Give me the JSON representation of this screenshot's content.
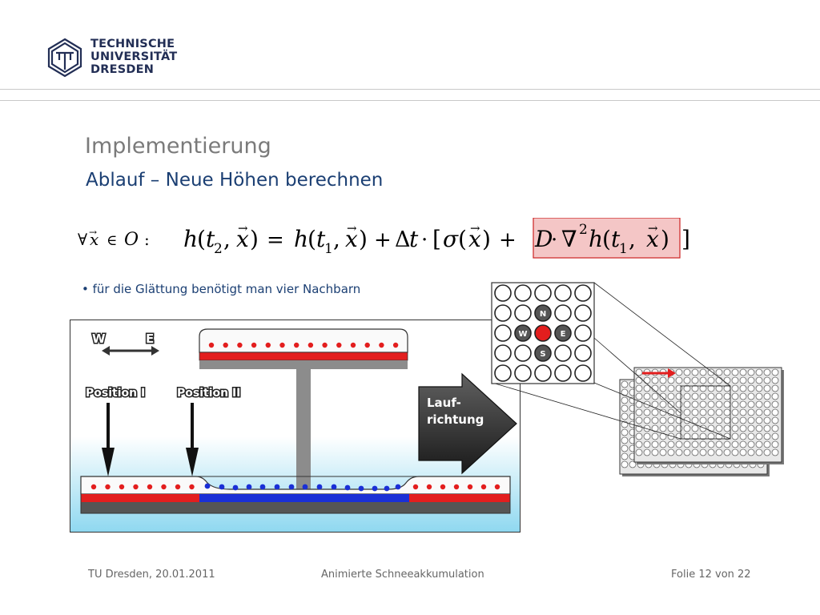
{
  "logo": {
    "lines": [
      "TECHNISCHE",
      "UNIVERSITÄT",
      "DRESDEN"
    ],
    "brand_color": "#222e55"
  },
  "slide": {
    "title": "Implementierung",
    "subtitle": "Ablauf – Neue Höhen berechnen",
    "bullet": "• für die Glättung benötigt man vier Nachbarn",
    "highlight_color": "#f4c6c6",
    "highlight_border": "#cc2222"
  },
  "formula": {
    "forall": "∀",
    "x_vec": "x",
    "in": "∈",
    "O": "O",
    "colon": ":",
    "h": "h",
    "lp": "(",
    "t": "t",
    "sub2": "2",
    "sub1": "1",
    "comma": ",",
    "rp": ")",
    "eq": "=",
    "plus": "+",
    "delta": "Δ",
    "cdot": "·",
    "lb": "[",
    "sigma": "σ",
    "D": "D",
    "nabla": "∇",
    "sup2": "2",
    "rb": "]",
    "arrow": "→"
  },
  "diagram": {
    "dir_w": "W",
    "dir_e": "E",
    "pos1": "Position I",
    "pos2": "Position II",
    "lauf1": "Lauf-",
    "lauf2": "richtung",
    "red": "#e31e1e",
    "blue": "#1a2fd6",
    "grey": "#8c8c8c"
  },
  "grid": {
    "n": "N",
    "w": "W",
    "e": "E",
    "s": "S"
  },
  "footer": {
    "date": "TU Dresden, 20.01.2011",
    "title": "Animierte Schneeakkumulation",
    "page": "Folie 12 von 22"
  }
}
